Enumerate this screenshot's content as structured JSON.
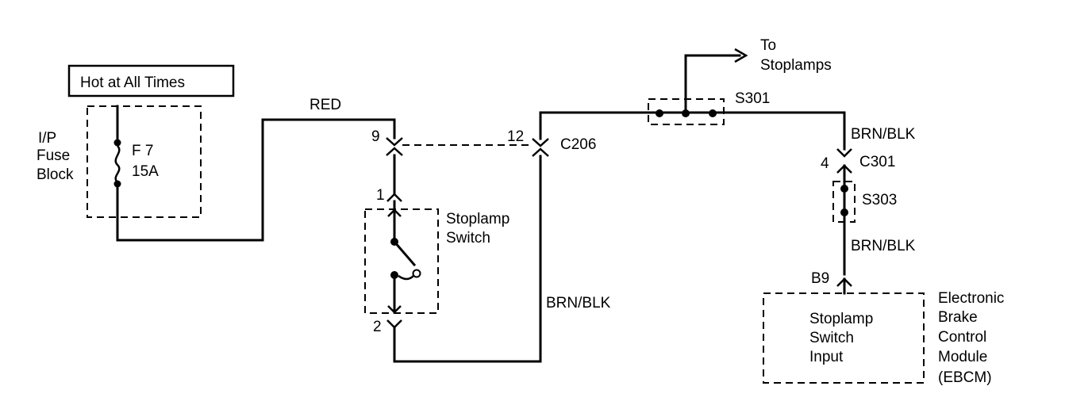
{
  "header_box": {
    "text": "Hot at All Times"
  },
  "fuse_block": {
    "line1": "I/P",
    "line2": "Fuse",
    "line3": "Block",
    "fuse_name": "F 7",
    "fuse_rating": "15A"
  },
  "wires": {
    "red": "RED",
    "brn_blk_a": "BRN/BLK",
    "brn_blk_b": "BRN/BLK",
    "brn_blk_c": "BRN/BLK"
  },
  "connectors": {
    "c206": "C206",
    "c206_pin_a": "9",
    "c206_pin_b": "12",
    "c301": "C301",
    "c301_pin": "4",
    "switch_pin_1": "1",
    "switch_pin_2": "2",
    "ebcm_pin": "B9"
  },
  "splices": {
    "s301": "S301",
    "s303": "S303"
  },
  "stoplamp_switch": {
    "line1": "Stoplamp",
    "line2": "Switch"
  },
  "to_stoplamps": {
    "line1": "To",
    "line2": "Stoplamps"
  },
  "ebcm_input": {
    "line1": "Stoplamp",
    "line2": "Switch",
    "line3": "Input"
  },
  "ebcm": {
    "line1": "Electronic",
    "line2": "Brake",
    "line3": "Control",
    "line4": "Module",
    "line5": "(EBCM)"
  }
}
